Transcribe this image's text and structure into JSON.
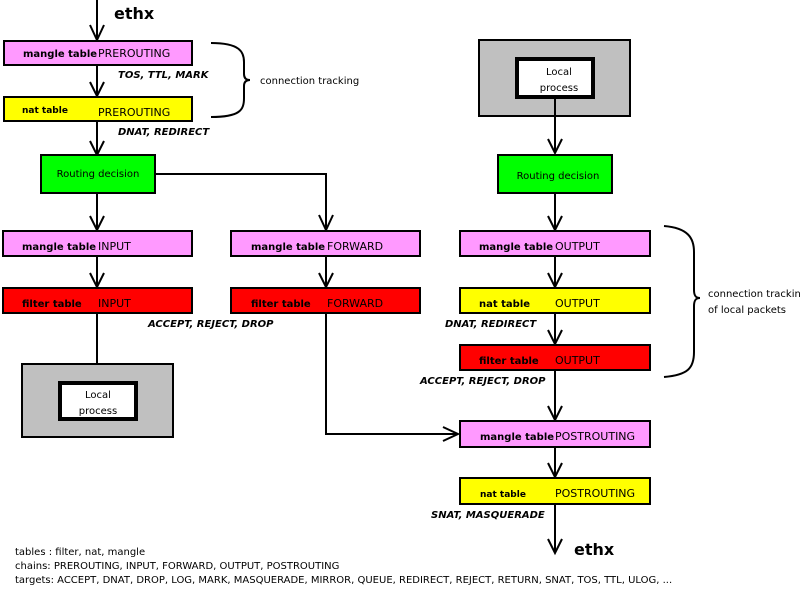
{
  "colors": {
    "mangle": "#ff99ff",
    "nat": "#ffff00",
    "filter": "#ff0000",
    "routing": "#00ff00",
    "process_outer": "#c0c0c0",
    "process_inner": "#ffffff"
  },
  "interfaces": {
    "in": "ethx",
    "out": "ethx"
  },
  "boxes": {
    "mangle_prerouting": {
      "table": "mangle table",
      "chain": "PREROUTING"
    },
    "nat_prerouting": {
      "table": "nat table",
      "chain": "PREROUTING"
    },
    "routing_left": {
      "label": "Routing decision"
    },
    "mangle_input": {
      "table": "mangle table",
      "chain": "INPUT"
    },
    "filter_input": {
      "table": "filter table",
      "chain": "INPUT"
    },
    "mangle_forward": {
      "table": "mangle table",
      "chain": "FORWARD"
    },
    "filter_forward": {
      "table": "filter table",
      "chain": "FORWARD"
    },
    "local_process_in": {
      "line1": "Local",
      "line2": "process"
    },
    "local_process_out": {
      "line1": "Local",
      "line2": "process"
    },
    "routing_right": {
      "label": "Routing decision"
    },
    "mangle_output": {
      "table": "mangle table",
      "chain": "OUTPUT"
    },
    "nat_output": {
      "table": "nat table",
      "chain": "OUTPUT"
    },
    "filter_output": {
      "table": "filter table",
      "chain": "OUTPUT"
    },
    "mangle_postrouting": {
      "table": "mangle table",
      "chain": "POSTROUTING"
    },
    "nat_postrouting": {
      "table": "nat table",
      "chain": "POSTROUTING"
    }
  },
  "targets": {
    "mangle_prerouting": "TOS, TTL, MARK",
    "nat_prerouting": "DNAT, REDIRECT",
    "filter_input_forward": "ACCEPT, REJECT, DROP",
    "nat_output": "DNAT, REDIRECT",
    "filter_output": "ACCEPT, REJECT, DROP",
    "nat_postrouting": "SNAT, MASQUERADE"
  },
  "notes": {
    "conntrack": "connection tracking",
    "conntrack_local_line1": "connection tracking",
    "conntrack_local_line2": "of local packets"
  },
  "legend": {
    "tables": "tables : filter, nat, mangle",
    "chains": "chains: PREROUTING, INPUT, FORWARD, OUTPUT, POSTROUTING",
    "targets": "targets: ACCEPT, DNAT, DROP, LOG, MARK, MASQUERADE, MIRROR, QUEUE, REDIRECT, REJECT, RETURN, SNAT, TOS, TTL, ULOG, ..."
  }
}
